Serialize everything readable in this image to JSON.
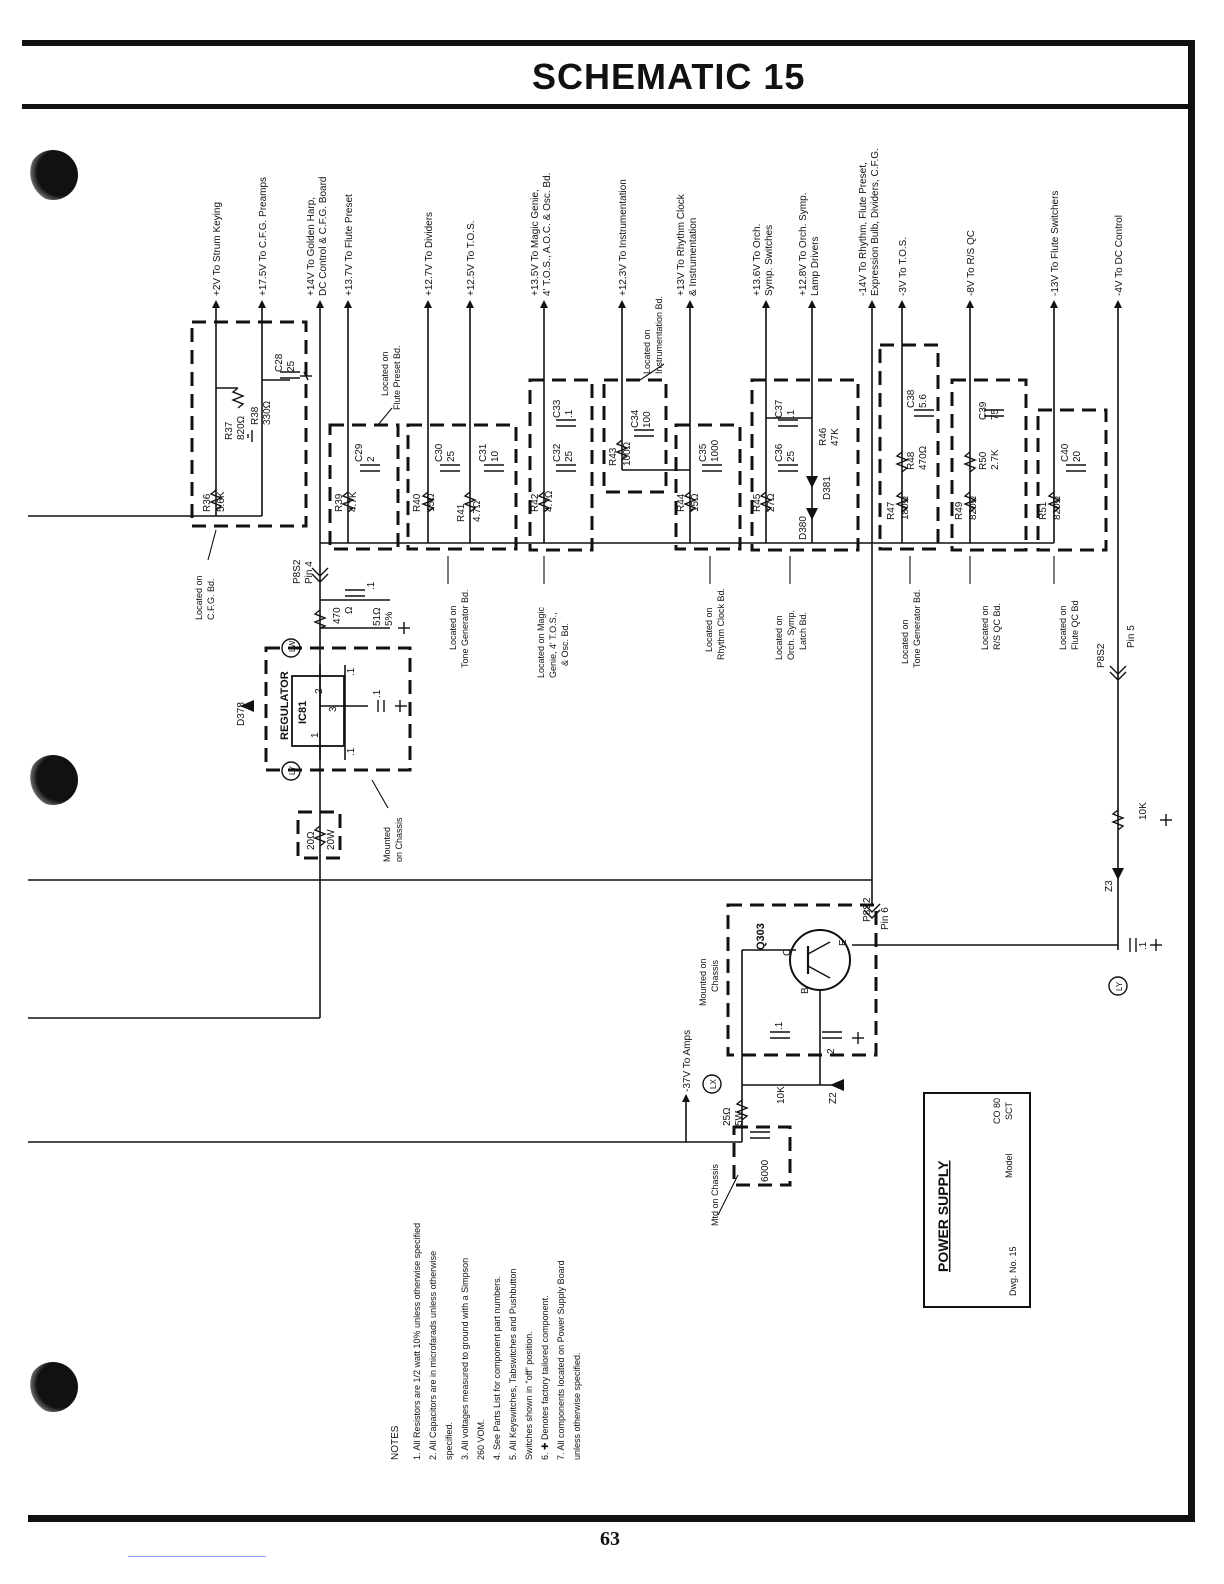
{
  "title": "SCHEMATIC 15",
  "page_number": "63",
  "supply_lines": [
    {
      "label": "+2V To Strum Keying"
    },
    {
      "label": "+17.5V To C.F.G. Preamps"
    },
    {
      "label": "+14V To Golden Harp,",
      "label2": "DC Control & C.F.G. Board"
    },
    {
      "label": "+13.7V To Flute Preset"
    },
    {
      "label": "+12.7V To Dividers"
    },
    {
      "label": "+12.5V To T.O.S."
    },
    {
      "label": "+13.5V To Magic Genie,",
      "label2": "4' T.O.S., A.O.C. & Osc. Bd."
    },
    {
      "label": "+12.3V To Instrumentation"
    },
    {
      "label": "+13V To Rhythm Clock",
      "label2": "& Instrumentation"
    },
    {
      "label": "+13.6V To Orch.",
      "label2": "Symp. Switches"
    },
    {
      "label": "+12.8V To Orch. Symp.",
      "label2": "Lamp Drivers"
    },
    {
      "label": "-14V To Rhythm, Flute Preset,",
      "label2": "Expression Bulb, Dividers, C.F.G."
    },
    {
      "label": "-3V To T.O.S."
    },
    {
      "label": "-8V To R/S QC"
    },
    {
      "label": "-13V To Flute Switchers"
    },
    {
      "label": "-4V To DC Control"
    }
  ],
  "components": {
    "r36": {
      "name": "R36",
      "value": "5.6K"
    },
    "r37": {
      "name": "R37",
      "value": "820Ω"
    },
    "r38": {
      "name": "R38",
      "value": "330Ω"
    },
    "c28": {
      "name": "C28",
      "value": "25"
    },
    "r39": {
      "name": "R39",
      "value": "4.7K"
    },
    "c29": {
      "name": "C29",
      "value": "2"
    },
    "r40": {
      "name": "R40",
      "value": "15Ω"
    },
    "c30": {
      "name": "C30",
      "value": "25"
    },
    "r41": {
      "name": "R41",
      "value": "4.7Ω"
    },
    "c31": {
      "name": "C31",
      "value": "10"
    },
    "r42": {
      "name": "R42",
      "value": "4.7Ω"
    },
    "c32": {
      "name": "C32",
      "value": "25"
    },
    "c33": {
      "name": "C33",
      "value": ".1"
    },
    "r43": {
      "name": "R43",
      "value": "100Ω"
    },
    "c34": {
      "name": "C34",
      "value": "100"
    },
    "r44": {
      "name": "R44",
      "value": "15Ω"
    },
    "c35": {
      "name": "C35",
      "value": "1000"
    },
    "r45": {
      "name": "R45",
      "value": "27Ω"
    },
    "c36": {
      "name": "C36",
      "value": "25"
    },
    "c37": {
      "name": "C37",
      "value": ".1"
    },
    "r46": {
      "name": "R46",
      "value": "47K"
    },
    "d380": {
      "name": "D380"
    },
    "d381": {
      "name": "D381"
    },
    "r47": {
      "name": "R47",
      "value": "180Ω"
    },
    "r48": {
      "name": "R48",
      "value": "470Ω"
    },
    "c38": {
      "name": "C38",
      "value": "5.6"
    },
    "r49": {
      "name": "R49",
      "value": "820Ω"
    },
    "r50": {
      "name": "R50",
      "value": "2.7K"
    },
    "c39": {
      "name": "C39",
      "value": "75"
    },
    "r51": {
      "name": "R51",
      "value": "820Ω"
    },
    "c40": {
      "name": "C40",
      "value": "20"
    },
    "d378": {
      "name": "D378"
    },
    "ic81": {
      "name": "IC81"
    },
    "regulator": {
      "name": "REGULATOR"
    },
    "q303": {
      "name": "Q303"
    },
    "z2": {
      "name": "Z2"
    },
    "z3": {
      "name": "Z3"
    }
  },
  "values": {
    "r470": "470",
    "ohm": "Ω",
    "r51ohm": "51Ω",
    "five_pct": "5%",
    "cap_01": ".1",
    "r20": "20Ω",
    "w20": "20W",
    "r25": "25Ω",
    "w5": "5W",
    "c6000": "6000",
    "r10k": "10K",
    "c2": "2"
  },
  "pins": {
    "pin1": "1",
    "pin2": "2",
    "pin3": "3",
    "lw": "LW",
    "ly": "LY",
    "lx": "LX",
    "b": "B",
    "c": "C",
    "e": "E"
  },
  "connectors": {
    "p8s2_pin4": {
      "line1": "P8S2",
      "line2": "Pin 4"
    },
    "p8s2_pin5": {
      "line1": "P8S2",
      "line2": "Pin 5"
    },
    "p8s2_pin6": {
      "line1": "P8S2",
      "line2": "Pin 6"
    }
  },
  "board_labels": {
    "cfg": {
      "line1": "Located on",
      "line2": "C.F.G. Bd."
    },
    "flute_preset": {
      "line1": "Located on",
      "line2": "Flute Preset Bd."
    },
    "tone_gen_1": {
      "line1": "Located on",
      "line2": "Tone Generator Bd."
    },
    "magic_genie": {
      "line1": "Located on Magic",
      "line2": "Genie, 4' T.O.S.,",
      "line3": "& Osc. Bd."
    },
    "instrumentation": {
      "line1": "Located on",
      "line2": "Instrumentation Bd."
    },
    "rhythm_clock": {
      "line1": "Located on",
      "line2": "Rhythm Clock Bd."
    },
    "orch_symp": {
      "line1": "Located on",
      "line2": "Orch. Symp.",
      "line3": "Latch Bd."
    },
    "tone_gen_2": {
      "line1": "Located on",
      "line2": "Tone Generator Bd."
    },
    "rs_qc": {
      "line1": "Located on",
      "line2": "R/S QC Bd."
    },
    "flute_qc": {
      "line1": "Located on",
      "line2": "Flute QC Bd"
    },
    "chassis_reg": {
      "line1": "Mounted",
      "line2": "on Chassis"
    },
    "chassis_q": {
      "line1": "Mounted on",
      "line2": "Chassis"
    },
    "chassis_cap": {
      "line1": "Mtd on Chassis"
    }
  },
  "amps_label": "-37V To Amps",
  "title_block": {
    "title": "POWER SUPPLY",
    "model_value": "CO 80",
    "model_value2": "SCT",
    "model_label": "Model",
    "dwg": "Dwg. No. 15"
  },
  "notes": {
    "heading": "NOTES",
    "items": [
      "1.  All Resistors are 1/2 watt 10% unless otherwise specified",
      "2.  All Capacitors are in microfarads unless otherwise",
      "     specified.",
      "3.  All voltages measured to ground with a Simpson",
      "     260 VOM.",
      "4.  See Parts List for component part numbers.",
      "5.  All Keyswitches, Tabswitches and Pushbutton",
      "     Switches shown in \"off\" position.",
      "6.  ✚ Denotes factory tailored component.",
      "7.  All components located on Power Supply Board",
      "     unless otherwise specified."
    ]
  }
}
